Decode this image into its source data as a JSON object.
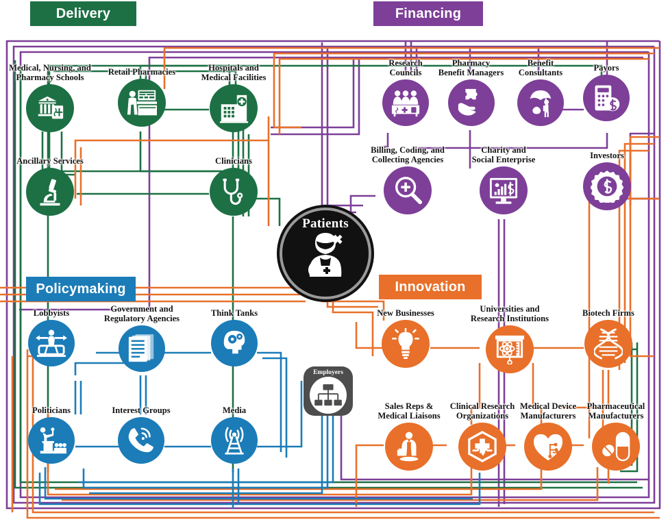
{
  "diagram": {
    "title": "Healthcare Ecosystem Map",
    "colors": {
      "delivery": "#1d7044",
      "financing": "#7d3f98",
      "policymaking": "#1b7cb8",
      "innovation": "#e8702a",
      "patients": "#111111",
      "employers": "#4d4d4d"
    }
  },
  "sections": [
    {
      "id": "delivery",
      "label": "Delivery",
      "color": "#1d7044"
    },
    {
      "id": "financing",
      "label": "Financing",
      "color": "#7d3f98"
    },
    {
      "id": "policymaking",
      "label": "Policymaking",
      "color": "#1b7cb8"
    },
    {
      "id": "innovation",
      "label": "Innovation",
      "color": "#e8702a"
    }
  ],
  "center": {
    "patients": {
      "label": "Patients",
      "icon": "patient-figure-icon"
    },
    "employers": {
      "label": "Employers",
      "icon": "org-chart-icon"
    }
  },
  "nodes": {
    "delivery": [
      {
        "id": "med-schools",
        "label": "Medical, Nursing, and\nPharmacy Schools",
        "icon": "university-caduceus-icon"
      },
      {
        "id": "retail-pharm",
        "label": "Retail Pharmacies",
        "icon": "pharmacy-counter-icon"
      },
      {
        "id": "hospitals",
        "label": "Hospitals and\nMedical Facilities",
        "icon": "hospital-building-icon"
      },
      {
        "id": "ancillary",
        "label": "Ancillary Services",
        "icon": "microscope-icon"
      },
      {
        "id": "clinicians",
        "label": "Clinicians",
        "icon": "stethoscope-icon"
      }
    ],
    "financing": [
      {
        "id": "research-councils",
        "label": "Research\nCouncils",
        "icon": "panel-board-icon"
      },
      {
        "id": "pbm",
        "label": "Pharmacy\nBenefit Managers",
        "icon": "hand-puzzle-icon"
      },
      {
        "id": "benefit-consult",
        "label": "Benefit\nConsultants",
        "icon": "umbrella-person-heart-icon"
      },
      {
        "id": "payors",
        "label": "Payors",
        "icon": "calculator-dollar-icon"
      },
      {
        "id": "billing",
        "label": "Billing, Coding, and\nCollecting Agencies",
        "icon": "magnifier-plus-icon"
      },
      {
        "id": "charity",
        "label": "Charity and\nSocial Enterprise",
        "icon": "chart-heart-dollar-icon"
      },
      {
        "id": "investors",
        "label": "Investors",
        "icon": "gear-dollar-icon"
      }
    ],
    "policymaking": [
      {
        "id": "lobbyists",
        "label": "Lobbyists",
        "icon": "person-arrows-icon"
      },
      {
        "id": "government",
        "label": "Government and\nRegulatory Agencies",
        "icon": "documents-icon"
      },
      {
        "id": "think-tanks",
        "label": "Think Tanks",
        "icon": "head-gears-icon"
      },
      {
        "id": "politicians",
        "label": "Politicians",
        "icon": "podium-speaker-icon"
      },
      {
        "id": "interest-grp",
        "label": "Interest Groups",
        "icon": "phone-signal-icon"
      },
      {
        "id": "media",
        "label": "Media",
        "icon": "broadcast-tower-icon"
      }
    ],
    "innovation": [
      {
        "id": "new-business",
        "label": "New Businesses",
        "icon": "lightbulb-icon"
      },
      {
        "id": "universities",
        "label": "Universities and\nResearch Institutions",
        "icon": "atom-board-icon"
      },
      {
        "id": "biotech",
        "label": "Biotech Firms",
        "icon": "dna-helix-icon"
      },
      {
        "id": "sales-reps",
        "label": "Sales Reps &\nMedical Liaisons",
        "icon": "businessperson-briefcase-icon"
      },
      {
        "id": "cro",
        "label": "Clinical Research\nOrganizations",
        "icon": "hexagon-cross-pulse-icon"
      },
      {
        "id": "device-mfr",
        "label": "Medical Device\nManufacturers",
        "icon": "heart-circuit-icon"
      },
      {
        "id": "pharma-mfr",
        "label": "Pharmaceutical\nManufacturers",
        "icon": "pills-capsule-icon"
      }
    ]
  }
}
